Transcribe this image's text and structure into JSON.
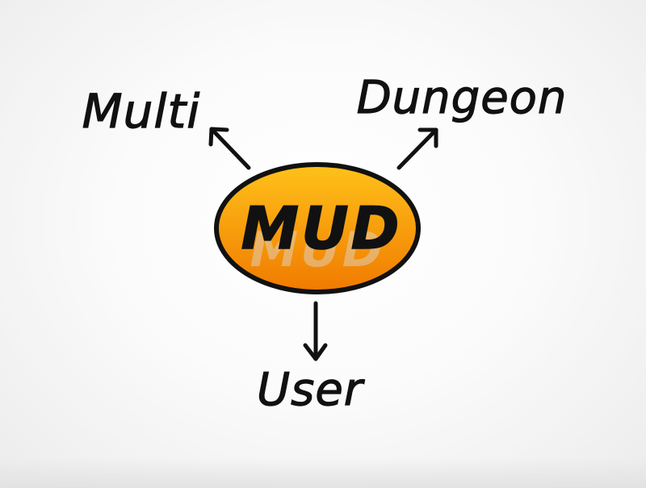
{
  "diagram": {
    "center": {
      "text": "MUD"
    },
    "branches": [
      {
        "id": "multi",
        "text": "Multi"
      },
      {
        "id": "dungeon",
        "text": "Dungeon"
      },
      {
        "id": "user",
        "text": "User"
      }
    ]
  },
  "colors": {
    "ellipse_top": "#FFC21A",
    "ellipse_bottom": "#F07A00",
    "ellipse_outline": "#111111",
    "ink": "#111111"
  }
}
